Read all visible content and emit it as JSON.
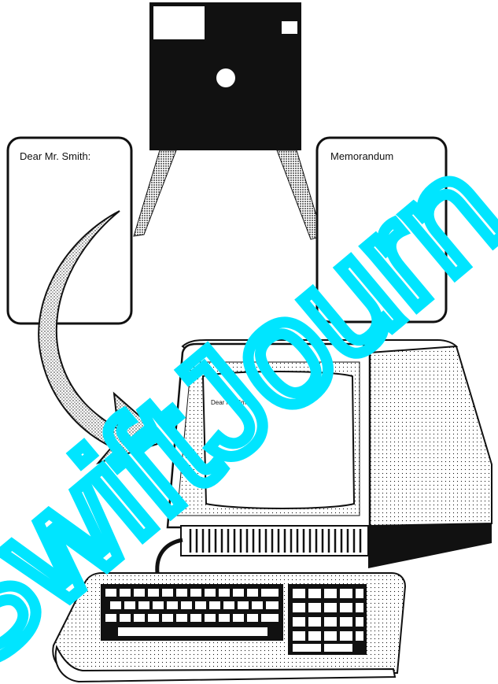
{
  "documents": {
    "left_title": "Dear Mr. Smith:",
    "right_title": "Memorandum"
  },
  "monitor": {
    "screen_text": "Dear Mr. Smith"
  },
  "watermark": {
    "text": "SwiftJourn",
    "color": "#00e5ff"
  },
  "colors": {
    "ink": "#111111",
    "paper": "#ffffff",
    "watermark": "#00e5ff"
  }
}
